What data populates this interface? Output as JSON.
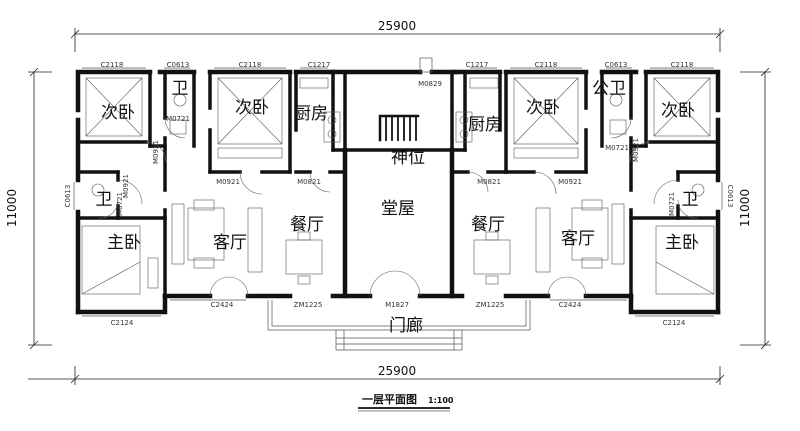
{
  "dimensions": {
    "top_width": "25900",
    "bottom_width": "25900",
    "left_depth": "11000",
    "right_depth": "11000"
  },
  "title": {
    "text": "一层平面图",
    "scale": "1:100"
  },
  "rooms": {
    "left_secondary_bedroom": "次卧",
    "left_top_bath": "卫",
    "left_middle_bedroom": "次卧",
    "left_kitchen": "厨房",
    "left_small_bath": "卫",
    "left_master_bedroom": "主卧",
    "left_living_room": "客厅",
    "left_dining_room": "餐厅",
    "shrine": "神位",
    "main_hall": "堂屋",
    "right_kitchen": "厨房",
    "right_middle_bedroom": "次卧",
    "right_public_bath": "公卫",
    "right_secondary_bedroom": "次卧",
    "right_small_bath": "卫",
    "right_master_bedroom": "主卧",
    "right_dining_room": "餐厅",
    "right_living_room": "客厅",
    "veranda": "门廊"
  },
  "codes": {
    "c2118_a": "C2118",
    "c0613_a": "C0613",
    "c2118_b": "C2118",
    "c1217_a": "C1217",
    "m0829": "M0829",
    "c1217_b": "C1217",
    "c2118_c": "C2118",
    "c0613_b": "C0613",
    "c2118_d": "C2118",
    "m0721_a": "M0721",
    "m0921_a": "M0921",
    "m0921_b": "M0921",
    "m0821_a": "M0821",
    "m0821_b": "M0821",
    "m0921_c": "M0921",
    "m0721_b": "M0721",
    "m0921_d": "M0921",
    "c0613_left": "C0613",
    "m0921_left": "M0921",
    "m0721_left": "M0721",
    "c0613_right": "C0613",
    "m0721_right": "M0721",
    "c2124_a": "C2124",
    "c2424_a": "C2424",
    "zm1225_a": "ZM1225",
    "m1827": "M1827",
    "zm1225_b": "ZM1225",
    "c2424_b": "C2424",
    "c2124_b": "C2124"
  }
}
